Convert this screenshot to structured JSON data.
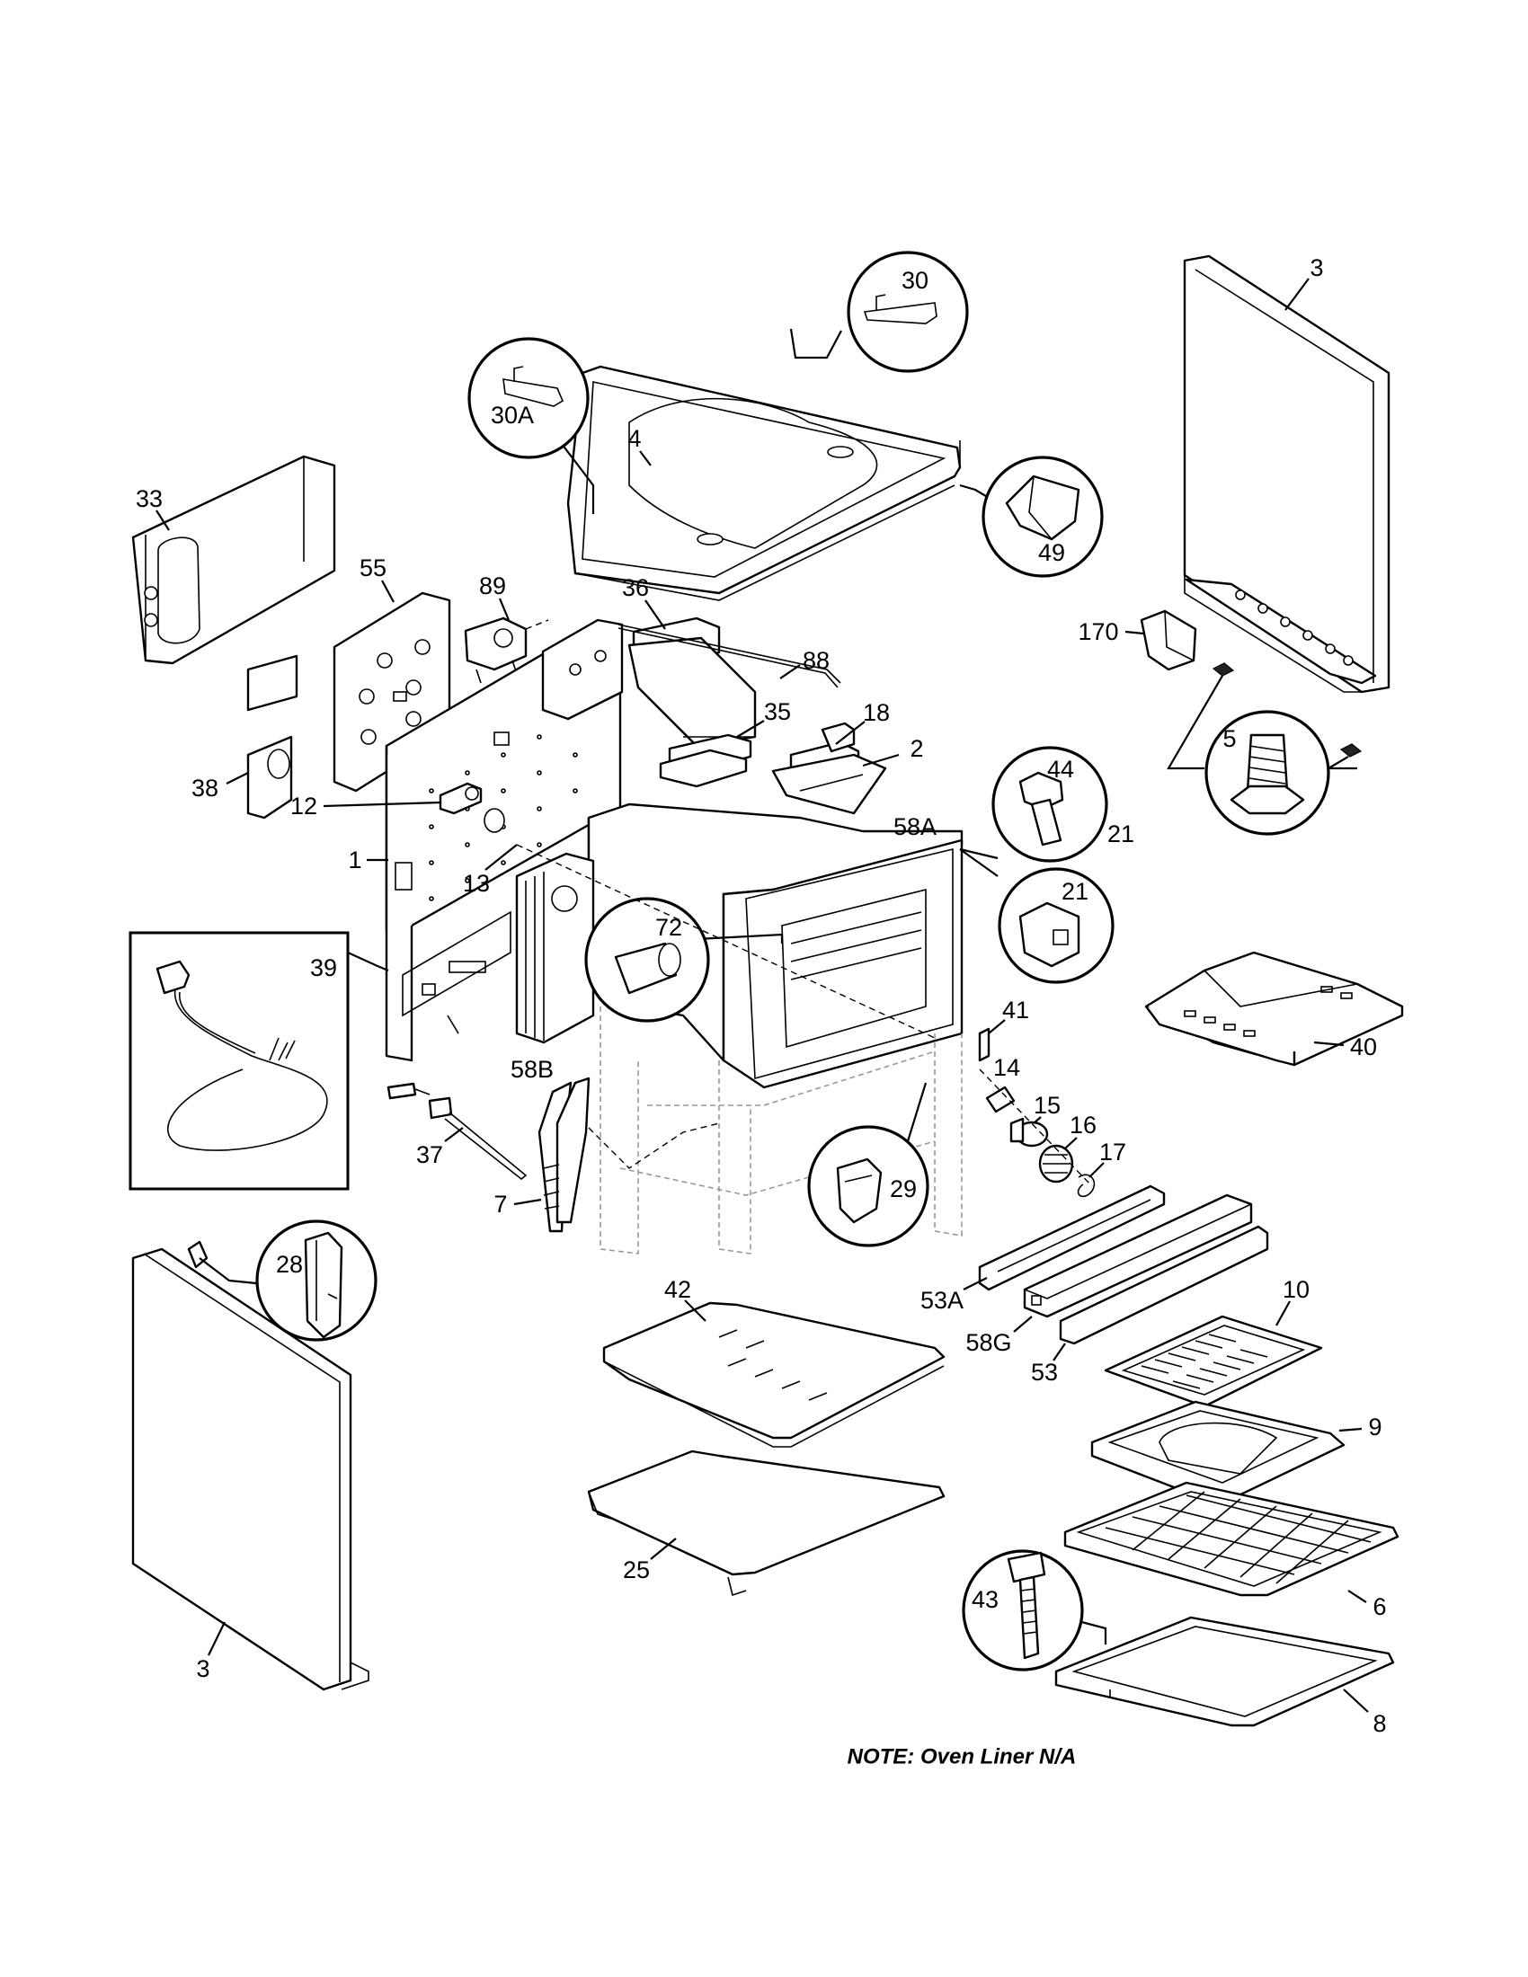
{
  "parts": {
    "p30": "30",
    "p30A": "30A",
    "p4": "4",
    "p49": "49",
    "p3_top": "3",
    "p33": "33",
    "p55": "55",
    "p89": "89",
    "p36": "36",
    "p88": "88",
    "p18": "18",
    "p35": "35",
    "p2": "2",
    "p170": "170",
    "p5": "5",
    "p44": "44",
    "p21a": "21",
    "p21b": "21",
    "p38": "38",
    "p12": "12",
    "p58A": "58A",
    "p1": "1",
    "p13": "13",
    "p39": "39",
    "p72": "72",
    "p40": "40",
    "p41": "41",
    "p58B": "58B",
    "p14": "14",
    "p15": "15",
    "p16": "16",
    "p17": "17",
    "p37": "37",
    "p29": "29",
    "p7": "7",
    "p28": "28",
    "p42": "42",
    "p10": "10",
    "p53A": "53A",
    "p58G": "58G",
    "p53": "53",
    "p9": "9",
    "p25": "25",
    "p43": "43",
    "p6": "6",
    "p3_bottom": "3",
    "p8": "8"
  },
  "note": "NOTE: Oven Liner N/A"
}
